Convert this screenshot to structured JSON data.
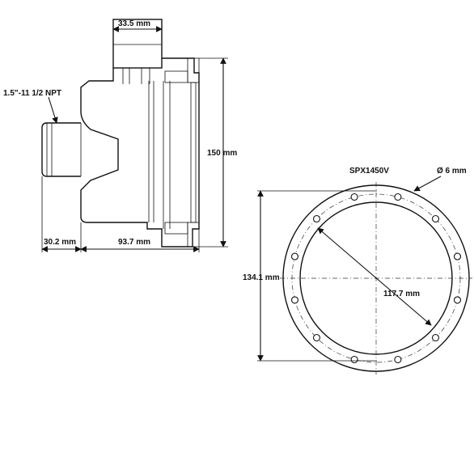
{
  "side_view": {
    "dims": {
      "top_width": "33.5 mm",
      "thread": "1.5\"-11 1/2 NPT",
      "height": "150 mm",
      "pipe_len": "30.2 mm",
      "body_len": "93.7 mm"
    }
  },
  "front_view": {
    "model": "SPX1450V",
    "hole_dia": "Ø 6 mm",
    "outer_dia": "134.1 mm",
    "inner_dia": "117.7 mm"
  }
}
